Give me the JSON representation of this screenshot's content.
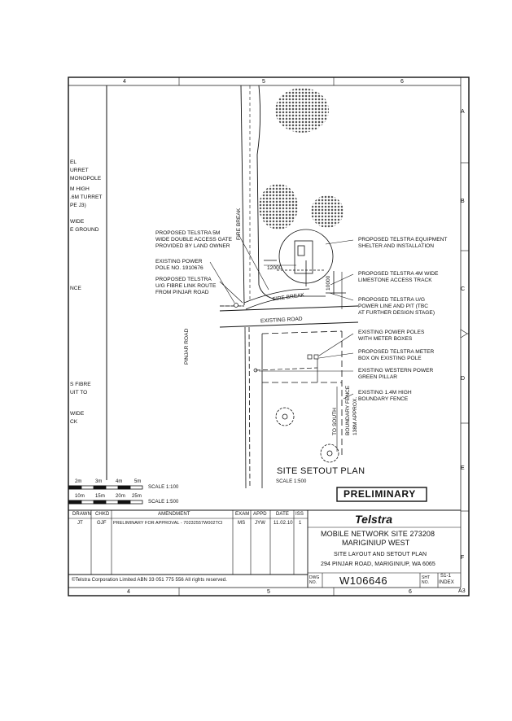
{
  "grid": {
    "top_cols": [
      "4",
      "5",
      "6"
    ],
    "bottom_cols": [
      "4",
      "5",
      "6"
    ],
    "rows": [
      "A",
      "B",
      "C",
      "D",
      "E",
      "F"
    ],
    "corner": "A3"
  },
  "left_fragments": [
    "EL",
    "URRET",
    "MONOPOLE",
    "m HIGH",
    ".6m TURRET",
    "PE J3)",
    "WIDE",
    "E GROUND",
    "NCE",
    "S FIBRE",
    "UIT TO",
    "WIDE",
    "CK"
  ],
  "plan": {
    "title": "SITE SETOUT PLAN",
    "scale": "SCALE 1:500",
    "road_labels": {
      "existing_road": "EXISTING ROAD",
      "pinjar_road": "PINJAR ROAD",
      "fire_break_v": "FIRE BREAK",
      "fire_break_h": "FIRE BREAK"
    },
    "dimensions": {
      "d12000": "12000",
      "d10000": "10000"
    },
    "to_south": [
      "TO SOUTH",
      "BOUNDARY FENCE",
      "138m APPROX."
    ],
    "callouts_left": [
      [
        "PROPOSED TELSTRA 5m",
        "WIDE DOUBLE ACCESS GATE",
        "PROVIDED BY LAND OWNER"
      ],
      [
        "EXISTING POWER",
        "POLE No. 1910676"
      ],
      [
        "PROPOSED TELSTRA",
        "U/G FIBRE LINK ROUTE",
        "FROM PINJAR ROAD"
      ]
    ],
    "callouts_right": [
      [
        "PROPOSED TELSTRA EQUIPMENT",
        "SHELTER AND INSTALLATION"
      ],
      [
        "PROPOSED TELSTRA 4m WIDE",
        "LIMESTONE ACCESS TRACK"
      ],
      [
        "PROPOSED TELSTRA U/G",
        "POWER LINE AND PIT (TBC",
        "AT FURTHER DESIGN STAGE)"
      ],
      [
        "EXISTING POWER POLES",
        "WITH METER BOXES"
      ],
      [
        "PROPOSED TELSTRA METER",
        "BOX ON EXISTING POLE"
      ],
      [
        "EXISTING WESTERN POWER",
        "GREEN PILLAR"
      ],
      [
        "EXISTING 1.4m HIGH",
        "BOUNDARY FENCE"
      ]
    ]
  },
  "scales": {
    "bar1_ticks": [
      "2m",
      "3m",
      "4m",
      "5m"
    ],
    "bar1_label": "SCALE 1:100",
    "bar2_ticks": [
      "10m",
      "15m",
      "20m",
      "25m"
    ],
    "bar2_label": "SCALE 1:500"
  },
  "stamp": "PRELIMINARY",
  "revision_table": {
    "headers": [
      "DRAWN",
      "CHKD",
      "AMENDMENT",
      "EXAM",
      "APPD",
      "DATE",
      "ISS"
    ],
    "rows": [
      [
        "JT",
        "GJF",
        "PRELIMINARY FOR APPROVAL - 70232557W002TCI",
        "MS",
        "JYW",
        "11.02.10",
        "1"
      ]
    ]
  },
  "title_block": {
    "logo": "Telstra",
    "project_line1": "MOBILE NETWORK SITE 273208",
    "project_line2": "MARIGINIUP WEST",
    "subtitle": "SITE LAYOUT AND SETOUT PLAN",
    "address": "294 PINJAR ROAD, MARIGINIUP, WA 6065",
    "dwg_label": "DWG NO.",
    "dwg_no": "W106646",
    "sht_label": "SHT NO.",
    "sht_value": "S1-1",
    "index": "INDEX"
  },
  "copyright": "©Telstra Corporation Limited ABN 33 051 775 556   All rights reserved."
}
